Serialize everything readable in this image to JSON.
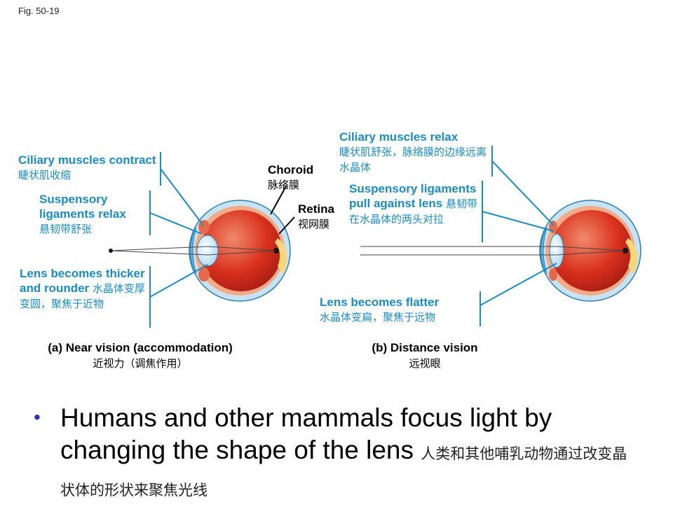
{
  "figure_label": "Fig. 50-19",
  "near": {
    "ciliary_en": "Ciliary  muscles contract",
    "ciliary_zh": "睫状肌收缩",
    "suspensory_en": "Suspensory ligaments relax",
    "suspensory_zh": "悬韧带舒张",
    "lens_en": "Lens becomes thicker and rounder",
    "lens_zh": "水晶体变厚变圆，聚焦于近物",
    "choroid_en": "Choroid",
    "choroid_zh": "脉络膜",
    "retina_en": "Retina",
    "retina_zh": "视网膜",
    "caption_en": "(a) Near vision (accommodation)",
    "caption_zh": "近视力（调焦作用）"
  },
  "distance": {
    "ciliary_en": "Ciliary  muscles  relax",
    "ciliary_zh": "睫状肌舒张，脉络膜的边缘远离水晶体",
    "suspensory_en": "Suspensory ligaments pull against lens",
    "suspensory_zh": "悬韧带在水晶体的两头对拉",
    "lens_en": "Lens becomes  flatter",
    "lens_zh": "水晶体变扁，聚焦于远物",
    "caption_en": "(b) Distance vision",
    "caption_zh": "远视眼"
  },
  "bullet": {
    "en": "Humans and other mammals focus light by changing the shape of the lens",
    "zh": "人类和其他哺乳动物通过改变晶状体的形状来聚焦光线"
  },
  "colors": {
    "callout": "#1a8cc4",
    "eye_fill": "#d9301e",
    "sclera": "#c7e3f2",
    "bullet": "#2b3aa8"
  }
}
